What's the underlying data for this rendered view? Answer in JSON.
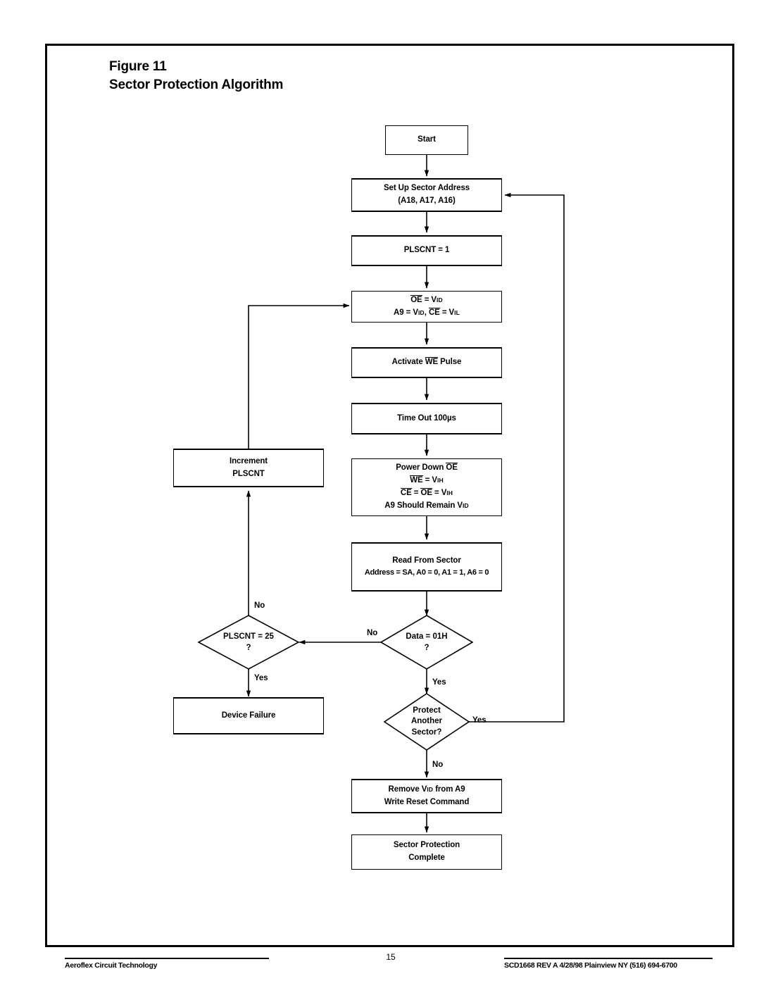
{
  "figure": {
    "number": "Figure 11",
    "title": "Sector Protection Algorithm"
  },
  "footer": {
    "left": "Aeroflex Circuit Technology",
    "page": "15",
    "right": "SCD1668 REV A  4/28/98   Plainview NY (516) 694-6700"
  },
  "chart_data": {
    "type": "flowchart",
    "title": "Sector Protection Algorithm",
    "nodes": [
      {
        "id": "start",
        "shape": "box",
        "text": "Start"
      },
      {
        "id": "setup",
        "shape": "box",
        "text": "Set Up Sector Address (A18, A17, A16)"
      },
      {
        "id": "plscnt1",
        "shape": "box",
        "text": "PLSCNT = 1"
      },
      {
        "id": "oevid",
        "shape": "box",
        "text": "OE = VID / A9 = VID, CE = VIL"
      },
      {
        "id": "activate",
        "shape": "box",
        "text": "Activate WE Pulse"
      },
      {
        "id": "timeout",
        "shape": "box",
        "text": "Time Out 100us"
      },
      {
        "id": "powerdown",
        "shape": "box",
        "text": "Power Down OE / WE = VIH / CE = OE = VIH / A9 Should Remain VID"
      },
      {
        "id": "readsector",
        "shape": "box",
        "text": "Read From Sector Address = SA, A0 = 0, A1 = 1, A6 = 0"
      },
      {
        "id": "data01h",
        "shape": "diamond",
        "text": "Data = 01H ?"
      },
      {
        "id": "plscnt25",
        "shape": "diamond",
        "text": "PLSCNT = 25 ?"
      },
      {
        "id": "increment",
        "shape": "box",
        "text": "Increment PLSCNT"
      },
      {
        "id": "devicefail",
        "shape": "box",
        "text": "Device Failure"
      },
      {
        "id": "protectmore",
        "shape": "diamond",
        "text": "Protect Another Sector?"
      },
      {
        "id": "removevid",
        "shape": "box",
        "text": "Remove VID from A9 Write Reset Command"
      },
      {
        "id": "complete",
        "shape": "box",
        "text": "Sector Protection Complete"
      }
    ],
    "edges": [
      {
        "from": "start",
        "to": "setup",
        "label": ""
      },
      {
        "from": "setup",
        "to": "plscnt1",
        "label": ""
      },
      {
        "from": "plscnt1",
        "to": "oevid",
        "label": ""
      },
      {
        "from": "oevid",
        "to": "activate",
        "label": ""
      },
      {
        "from": "activate",
        "to": "timeout",
        "label": ""
      },
      {
        "from": "timeout",
        "to": "powerdown",
        "label": ""
      },
      {
        "from": "powerdown",
        "to": "readsector",
        "label": ""
      },
      {
        "from": "readsector",
        "to": "data01h",
        "label": ""
      },
      {
        "from": "data01h",
        "to": "plscnt25",
        "label": "No"
      },
      {
        "from": "data01h",
        "to": "protectmore",
        "label": "Yes"
      },
      {
        "from": "plscnt25",
        "to": "increment",
        "label": "No"
      },
      {
        "from": "plscnt25",
        "to": "devicefail",
        "label": "Yes"
      },
      {
        "from": "increment",
        "to": "oevid",
        "label": ""
      },
      {
        "from": "protectmore",
        "to": "setup",
        "label": "Yes"
      },
      {
        "from": "protectmore",
        "to": "removevid",
        "label": "No"
      },
      {
        "from": "removevid",
        "to": "complete",
        "label": ""
      }
    ]
  },
  "nodes": {
    "start": {
      "line1": "Start"
    },
    "setup": {
      "line1": "Set Up Sector Address",
      "line2": "(A18, A17, A16)"
    },
    "plscnt1": {
      "line1": "PLSCNT = 1"
    },
    "oevid": {
      "l1_sig": "OE",
      "l1_eq": " = V",
      "l1_sub": "ID",
      "l2_a": "A9 = V",
      "l2_a_sub": "ID",
      "l2_comma": ", ",
      "l2_sig": "CE",
      "l2_eq": " = V",
      "l2_sub": "IL"
    },
    "activate": {
      "pre": "Activate ",
      "sig": "WE",
      "post": " Pulse"
    },
    "timeout": {
      "line1": "Time Out 100µs"
    },
    "powerdown": {
      "l1_pre": "Power Down ",
      "l1_sig": "OE",
      "l2_sig": "WE",
      "l2_eq": " = V",
      "l2_sub": "IH",
      "l3_sig1": "CE",
      "l3_mid": " = ",
      "l3_sig2": "OE",
      "l3_eq": " = V",
      "l3_sub": "IH",
      "l4_pre": "A9 Should Remain V",
      "l4_sub": "ID"
    },
    "readsector": {
      "line1": "Read From Sector",
      "line2": "Address = SA, A0 = 0, A1 = 1, A6 = 0"
    },
    "data01h": {
      "line1": "Data = 01H",
      "line2": "?"
    },
    "plscnt25": {
      "line1": "PLSCNT = 25",
      "line2": "?"
    },
    "increment": {
      "line1": "Increment",
      "line2": "PLSCNT"
    },
    "devicefail": {
      "line1": "Device Failure"
    },
    "protectmore": {
      "line1": "Protect",
      "line2": "Another",
      "line3": "Sector?"
    },
    "removevid": {
      "l1_pre": "Remove V",
      "l1_sub": "ID",
      "l1_post": " from A9",
      "line2": "Write Reset Command"
    },
    "complete": {
      "line1": "Sector Protection",
      "line2": "Complete"
    }
  },
  "edge_labels": {
    "data_no": "No",
    "data_yes": "Yes",
    "plscnt_no": "No",
    "plscnt_yes": "Yes",
    "protect_yes": "Yes",
    "protect_no": "No"
  },
  "colors": {
    "ink": "#000000",
    "paper": "#ffffff"
  }
}
